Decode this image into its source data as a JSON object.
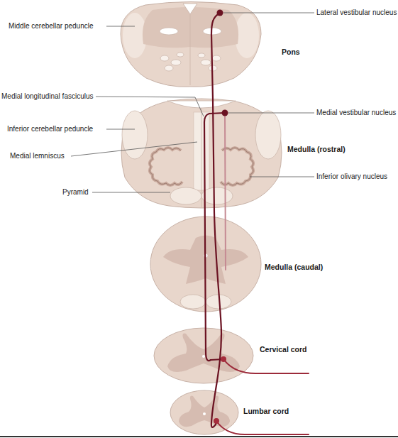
{
  "diagram": {
    "labels": [
      "Lateral vestibular nucleus",
      "Middle cerebellar peduncle",
      "Pons",
      "Medial longitudinal fasciculus",
      "Medial vestibular nucleus",
      "Inferior cerebellar peduncle",
      "Medulla (rostral)",
      "Medial lemniscus",
      "Inferior olivary nucleus",
      "Pyramid",
      "Medulla (caudal)",
      "Cervical cord",
      "Lumbar cord"
    ]
  }
}
